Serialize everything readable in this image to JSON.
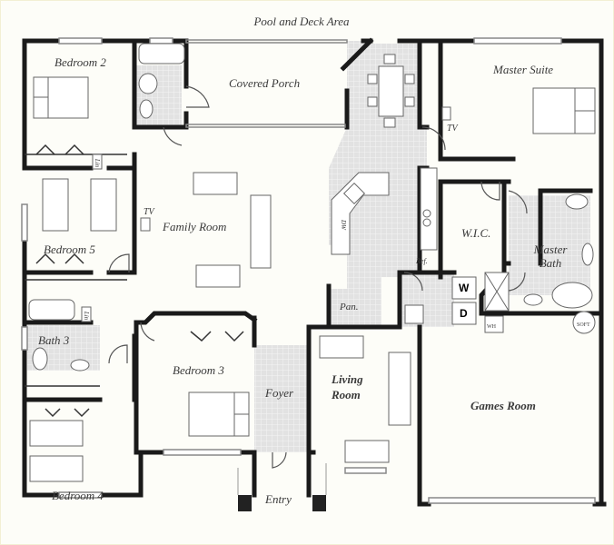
{
  "plan": {
    "title": "Pool and Deck Area",
    "rooms": {
      "bedroom2": "Bedroom 2",
      "covered_porch": "Covered Porch",
      "master_suite": "Master Suite",
      "family_room": "Family Room",
      "bedroom5": "Bedroom 5",
      "wic": "W.I.C.",
      "master_bath": "Master Bath",
      "bath3": "Bath 3",
      "bedroom3": "Bedroom 3",
      "foyer": "Foyer",
      "living_room_1": "Living",
      "living_room_2": "Room",
      "games_room": "Games Room",
      "bedroom4": "Bedroom 4",
      "entry": "Entry",
      "pantry": "Pan."
    },
    "fixtures": {
      "tv_family": "TV",
      "tv_master": "TV",
      "washer": "W",
      "dryer": "D",
      "refrigerator": "Ref.",
      "dishwasher": "DW",
      "linen_1": "Lin",
      "linen_2": "Lin",
      "water_heater": "WH",
      "water_softener": "SOFT"
    },
    "colors": {
      "wall": "#1a1a1a",
      "tile": "#d8d8d8",
      "background": "#fdfdf8",
      "label": "#3a3a3a"
    }
  }
}
